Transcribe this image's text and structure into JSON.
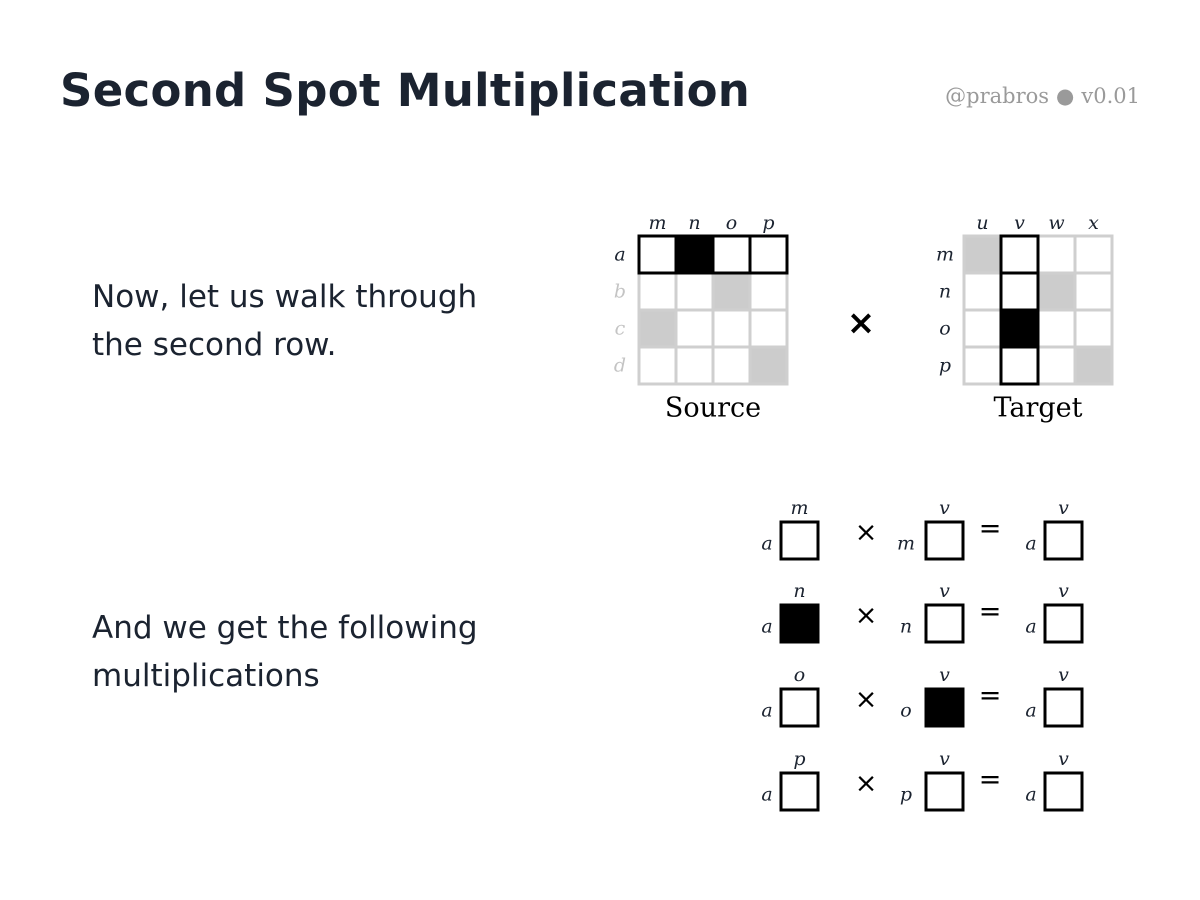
{
  "slide": {
    "title": "Second Spot Multiplication",
    "author": "@prabros",
    "separator": "●",
    "version": "v0.01"
  },
  "text_blocks": [
    {
      "lines": [
        "Now, let us walk through",
        "the second row."
      ]
    },
    {
      "lines": [
        "And we get the following",
        "multiplications"
      ]
    }
  ],
  "source_matrix": {
    "caption": "Source",
    "row_labels": [
      "a",
      "b",
      "c",
      "d"
    ],
    "col_labels": [
      "m",
      "n",
      "o",
      "p"
    ],
    "highlighted_row": 0,
    "cells": [
      [
        "white",
        "black",
        "white",
        "white"
      ],
      [
        "white",
        "white",
        "gray",
        "white"
      ],
      [
        "gray",
        "white",
        "white",
        "white"
      ],
      [
        "white",
        "white",
        "white",
        "gray"
      ]
    ]
  },
  "operator": "×",
  "target_matrix": {
    "caption": "Target",
    "row_labels": [
      "m",
      "n",
      "o",
      "p"
    ],
    "col_labels": [
      "u",
      "v",
      "w",
      "x"
    ],
    "highlighted_col": 1,
    "cells": [
      [
        "gray",
        "white",
        "white",
        "white"
      ],
      [
        "white",
        "white",
        "gray",
        "white"
      ],
      [
        "white",
        "black",
        "white",
        "white"
      ],
      [
        "white",
        "white",
        "white",
        "gray"
      ]
    ]
  },
  "multiplications": {
    "times_symbol": "×",
    "equals_symbol": "=",
    "rows": [
      {
        "lhs_row": "a",
        "lhs_col": "m",
        "lhs_fill": "white",
        "rhs_row": "m",
        "rhs_col": "v",
        "rhs_fill": "white",
        "res_row": "a",
        "res_col": "v",
        "res_fill": "white"
      },
      {
        "lhs_row": "a",
        "lhs_col": "n",
        "lhs_fill": "black",
        "rhs_row": "n",
        "rhs_col": "v",
        "rhs_fill": "white",
        "res_row": "a",
        "res_col": "v",
        "res_fill": "white"
      },
      {
        "lhs_row": "a",
        "lhs_col": "o",
        "lhs_fill": "white",
        "rhs_row": "o",
        "rhs_col": "v",
        "rhs_fill": "black",
        "res_row": "a",
        "res_col": "v",
        "res_fill": "white"
      },
      {
        "lhs_row": "a",
        "lhs_col": "p",
        "lhs_fill": "white",
        "rhs_row": "p",
        "rhs_col": "v",
        "rhs_fill": "white",
        "res_row": "a",
        "res_col": "v",
        "res_fill": "white"
      }
    ]
  },
  "colors": {
    "black": "#000000",
    "gray": "#cccccc",
    "white": "#ffffff",
    "grid": "#cfcfcf",
    "title": "#1b2330",
    "muted": "#9a9a9a"
  }
}
